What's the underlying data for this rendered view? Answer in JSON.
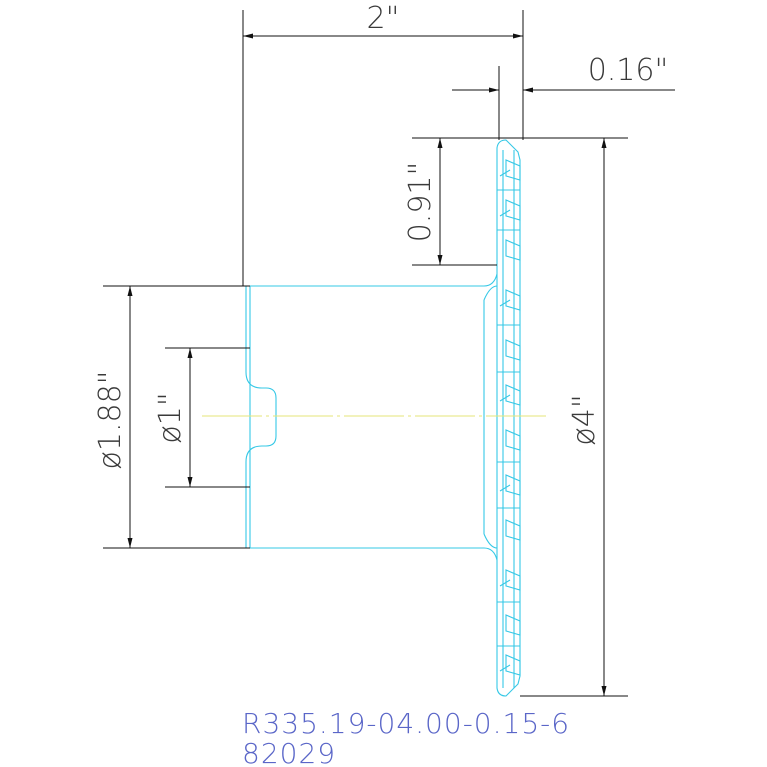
{
  "dimensions": {
    "overall_length": "2\"",
    "insert_width": "0.16\"",
    "cutting_depth": "0.91\"",
    "hub_diameter": "ø1.88\"",
    "bore_diameter": "ø1\"",
    "cutter_diameter": "ø4\""
  },
  "part": {
    "code": "R335.19-04.00-0.15-6",
    "number": "82029"
  },
  "colors": {
    "geometry": "#35c8e6",
    "dimension": "#111111",
    "centerline": "#e6e67a",
    "part_text": "#5a66c8"
  }
}
